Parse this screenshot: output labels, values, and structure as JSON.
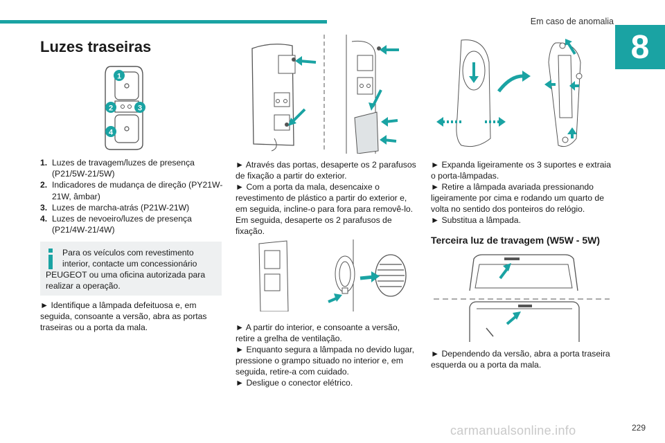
{
  "header": {
    "section": "Em caso de anomalia",
    "chapter": "8"
  },
  "title": "Luzes traseiras",
  "diagram_labels": [
    "1",
    "2",
    "3",
    "4"
  ],
  "bulbs": [
    {
      "num": "1.",
      "text": "Luzes de travagem/luzes de presença (P21/5W-21/5W)"
    },
    {
      "num": "2.",
      "text": "Indicadores de mudança de direção (PY21W-21W, âmbar)"
    },
    {
      "num": "3.",
      "text": "Luzes de marcha-atrás (P21W-21W)"
    },
    {
      "num": "4.",
      "text": "Luzes de nevoeiro/luzes de presença (P21/4W-21/4W)"
    }
  ],
  "note": {
    "line1": "Para os veículos com revestimento interior, contacte um concessionário",
    "line2": "PEUGEOT ou uma oficina autorizada para realizar a operação."
  },
  "col1_para": "► Identifique a lâmpada defeituosa e, em seguida, consoante a versão, abra as portas traseiras ou a porta da mala.",
  "col2_para1": [
    "► Através das portas, desaperte os 2 parafusos de fixação a partir do exterior.",
    "► Com a porta da mala, desencaixe o revestimento de plástico a partir do exterior e, em seguida, incline-o para fora para removê-lo. Em seguida, desaperte os 2 parafusos de fixação."
  ],
  "col2_para2": [
    "► A partir do interior, e consoante a versão, retire a grelha de ventilação.",
    "► Enquanto segura a lâmpada no devido lugar, pressione o grampo situado no interior e, em seguida, retire-a com cuidado.",
    "► Desligue o conector elétrico."
  ],
  "col3_para1": [
    "► Expanda ligeiramente os 3 suportes e extraia o porta-lâmpadas.",
    "► Retire a lâmpada avariada pressionando ligeiramente por cima e rodando um quarto de volta no sentido dos ponteiros do relógio.",
    "► Substitua a lâmpada."
  ],
  "subtitle": "Terceira luz de travagem (W5W - 5W)",
  "col3_para2": "► Dependendo da versão, abra a porta traseira esquerda ou a porta da mala.",
  "page_number": "229",
  "watermark": "carmanualsonline.info",
  "colors": {
    "accent": "#1aa3a3",
    "note_bg": "#eef0f1",
    "line": "#555555"
  }
}
